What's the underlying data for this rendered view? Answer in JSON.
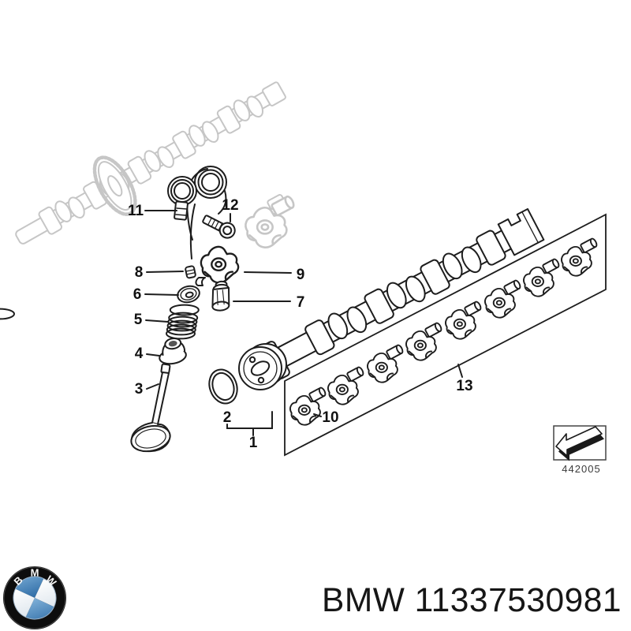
{
  "colors": {
    "background": "#ffffff",
    "line": "#1d1d1d",
    "faded_line": "#c6c6c6",
    "label_text": "#111111",
    "bmw_roundel_blue": "#3f7fb5",
    "bmw_roundel_black": "#111111"
  },
  "diagram": {
    "callouts": [
      "1",
      "2",
      "3",
      "4",
      "5",
      "6",
      "7",
      "8",
      "9",
      "10",
      "11",
      "12",
      "13"
    ],
    "stamp_code": "442005"
  },
  "footer": {
    "logo_letters": [
      "B",
      "M",
      "W"
    ],
    "part_label": "BMW 11337530981"
  }
}
